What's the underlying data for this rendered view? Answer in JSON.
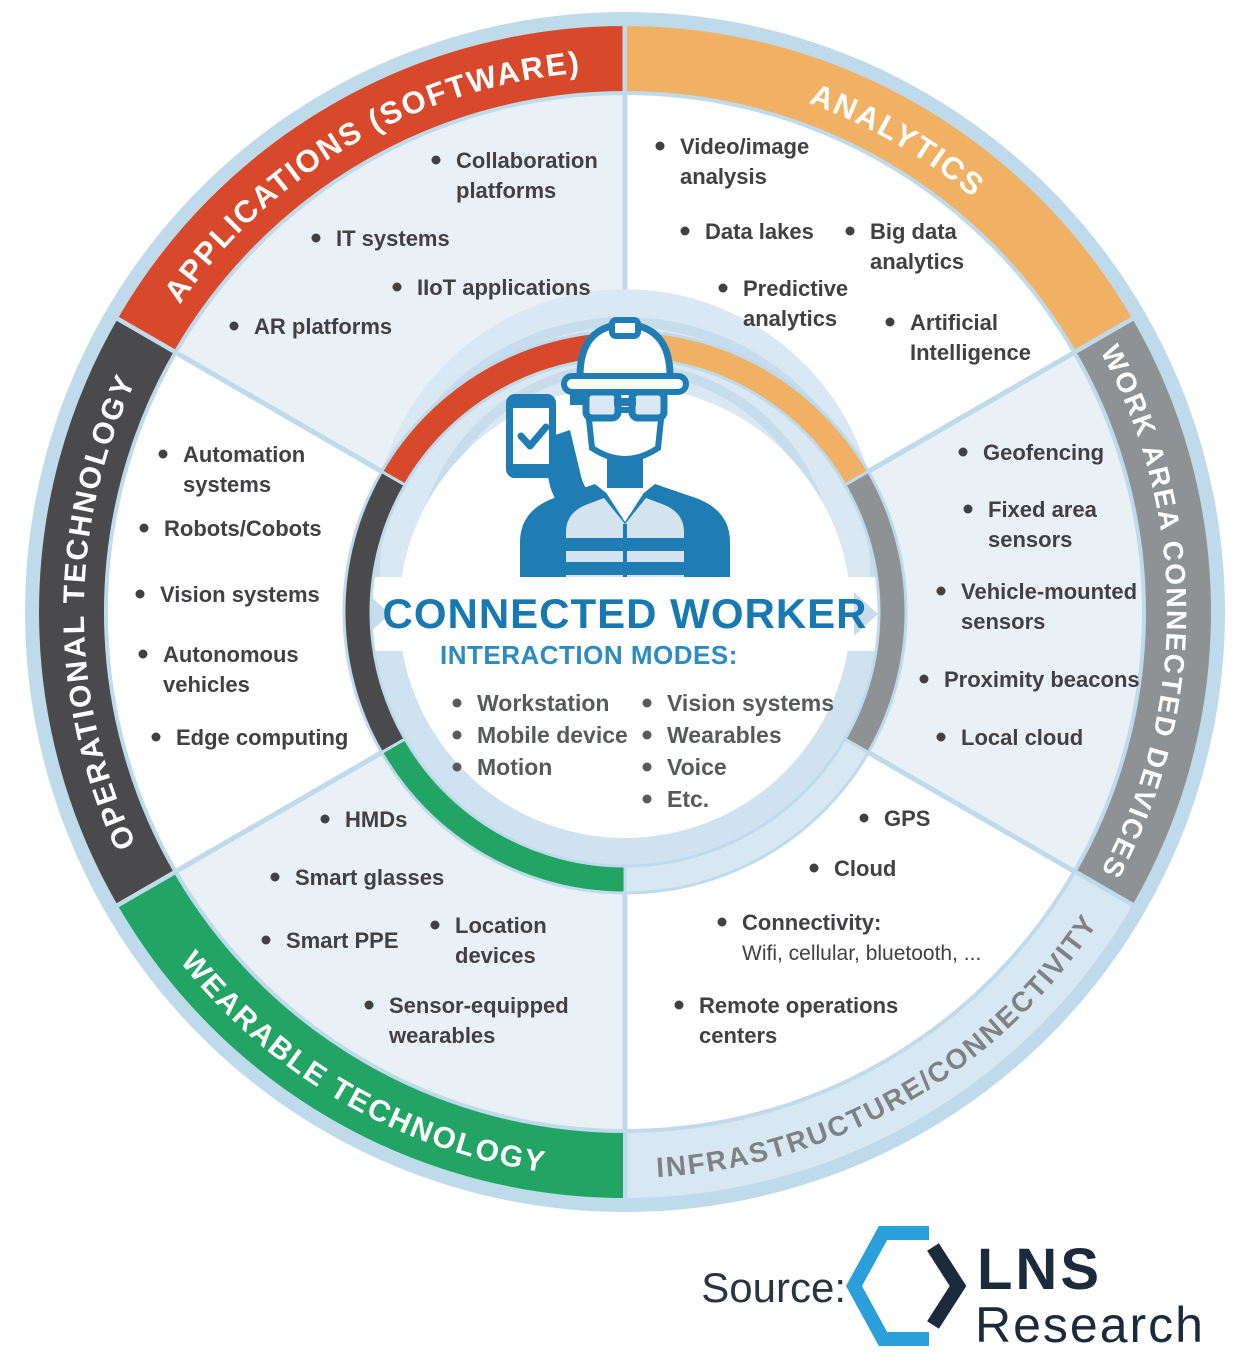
{
  "center": {
    "title": "CONNECTED WORKER",
    "modes_heading": "INTERACTION MODES:",
    "modes_col1": [
      "Workstation",
      "Mobile device",
      "Motion"
    ],
    "modes_col2": [
      "Vision systems",
      "Wearables",
      "Voice",
      "Etc."
    ]
  },
  "sectors": [
    {
      "id": "applications",
      "label": "APPLICATIONS (SOFTWARE)",
      "color": "#D8492B",
      "label_text_color": "#FFFFFF",
      "items": [
        [
          "Collaboration",
          "platforms"
        ],
        [
          "IT systems"
        ],
        [
          "IIoT applications"
        ],
        [
          "AR platforms"
        ]
      ]
    },
    {
      "id": "analytics",
      "label": "ANALYTICS",
      "color": "#F0B164",
      "label_text_color": "#FFFFFF",
      "items": [
        [
          "Video/image",
          "analysis"
        ],
        [
          "Data lakes"
        ],
        [
          "Big data",
          "analytics"
        ],
        [
          "Predictive",
          "analytics"
        ],
        [
          "Artificial",
          "Intelligence"
        ]
      ]
    },
    {
      "id": "work-area",
      "label": "WORK AREA CONNECTED DEVICES",
      "color": "#8F9294",
      "label_text_color": "#FFFFFF",
      "items": [
        [
          "Geofencing"
        ],
        [
          "Fixed area",
          "sensors"
        ],
        [
          "Vehicle-mounted",
          "sensors"
        ],
        [
          "Proximity beacons"
        ],
        [
          "Local cloud"
        ]
      ]
    },
    {
      "id": "infrastructure",
      "label": "INFRASTRUCTURE/CONNECTIVITY",
      "color": "#D8E8F3",
      "label_text_color": "#7F8285",
      "items": [
        [
          "GPS"
        ],
        [
          "Cloud"
        ],
        [
          "Connectivity:",
          "Wifi, cellular, bluetooth, ..."
        ],
        [
          "Remote operations",
          "centers"
        ]
      ]
    },
    {
      "id": "wearable",
      "label": "WEARABLE TECHNOLOGY",
      "color": "#22A564",
      "label_text_color": "#FFFFFF",
      "items": [
        [
          "HMDs"
        ],
        [
          "Smart glasses"
        ],
        [
          "Smart PPE"
        ],
        [
          "Location",
          "devices"
        ],
        [
          "Sensor-equipped",
          "wearables"
        ]
      ]
    },
    {
      "id": "operational",
      "label": "OPERATIONAL TECHNOLOGY",
      "color": "#4A4A4C",
      "label_text_color": "#FFFFFF",
      "items": [
        [
          "Automation",
          "systems"
        ],
        [
          "Robots/Cobots"
        ],
        [
          "Vision systems"
        ],
        [
          "Autonomous",
          "vehicles"
        ],
        [
          "Edge computing"
        ]
      ]
    }
  ],
  "source": {
    "label": "Source:",
    "brand_line1": "LNS",
    "brand_line2": "Research"
  },
  "colors": {
    "applications_red": "#D8492B",
    "analytics_orange": "#F0B164",
    "work_area_gray": "#8F9294",
    "infrastructure_blue": "#D8E8F3",
    "wearable_green": "#22A564",
    "operational_dark": "#4A4A4C",
    "worker_blue": "#1F7DB3",
    "title_blue": "#1878B2",
    "brand_navy": "#1C2B3C",
    "logo_blue": "#2B9FD9"
  }
}
